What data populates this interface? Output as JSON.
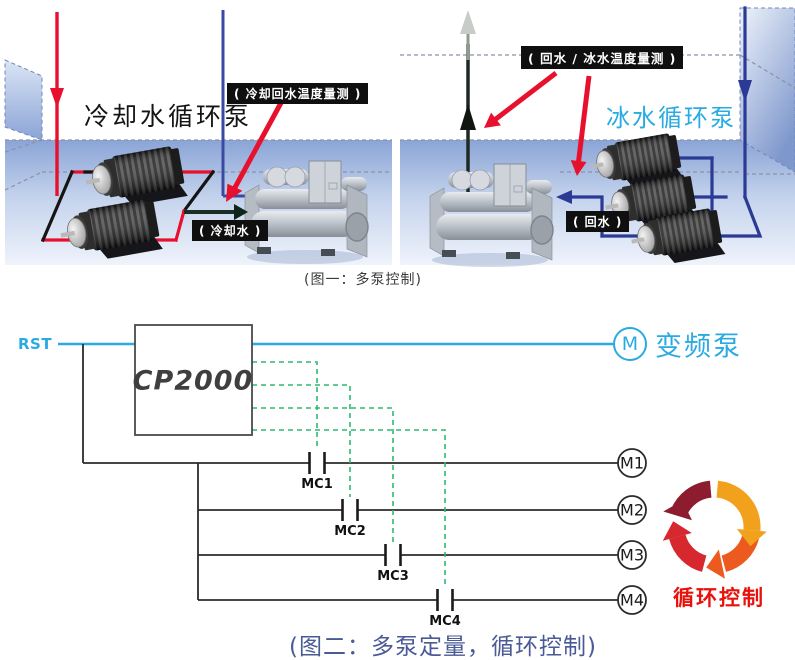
{
  "figure1": {
    "caption": "(图一：多泵控制)",
    "left_panel": {
      "title": "冷却水循环泵",
      "label_temp": "( 冷却回水温度量测 )",
      "label_pipe": "( 冷却水 )"
    },
    "right_panel": {
      "title": "冰水循环泵",
      "label_temp": "( 回水 / 冰水温度量测 )",
      "label_pipe": "( 回水 )"
    }
  },
  "figure2": {
    "caption": "(图二：多泵定量，循环控制)",
    "input_label": "RST",
    "controller_label": "CP2000",
    "vfd_motor": {
      "symbol": "M",
      "label": "变频泵"
    },
    "contactors": [
      "MC1",
      "MC2",
      "MC3",
      "MC4"
    ],
    "motors": [
      "M1",
      "M2",
      "M3",
      "M4"
    ],
    "cycle_label": "循环控制",
    "colors": {
      "accent_cyan": "#29abe2",
      "dashed_green": "#2fb874",
      "cycle_red": "#e8120c",
      "caption_blue": "#4a5a96",
      "pipe_red": "#e8112d",
      "pipe_blue": "#2b3a94"
    }
  }
}
